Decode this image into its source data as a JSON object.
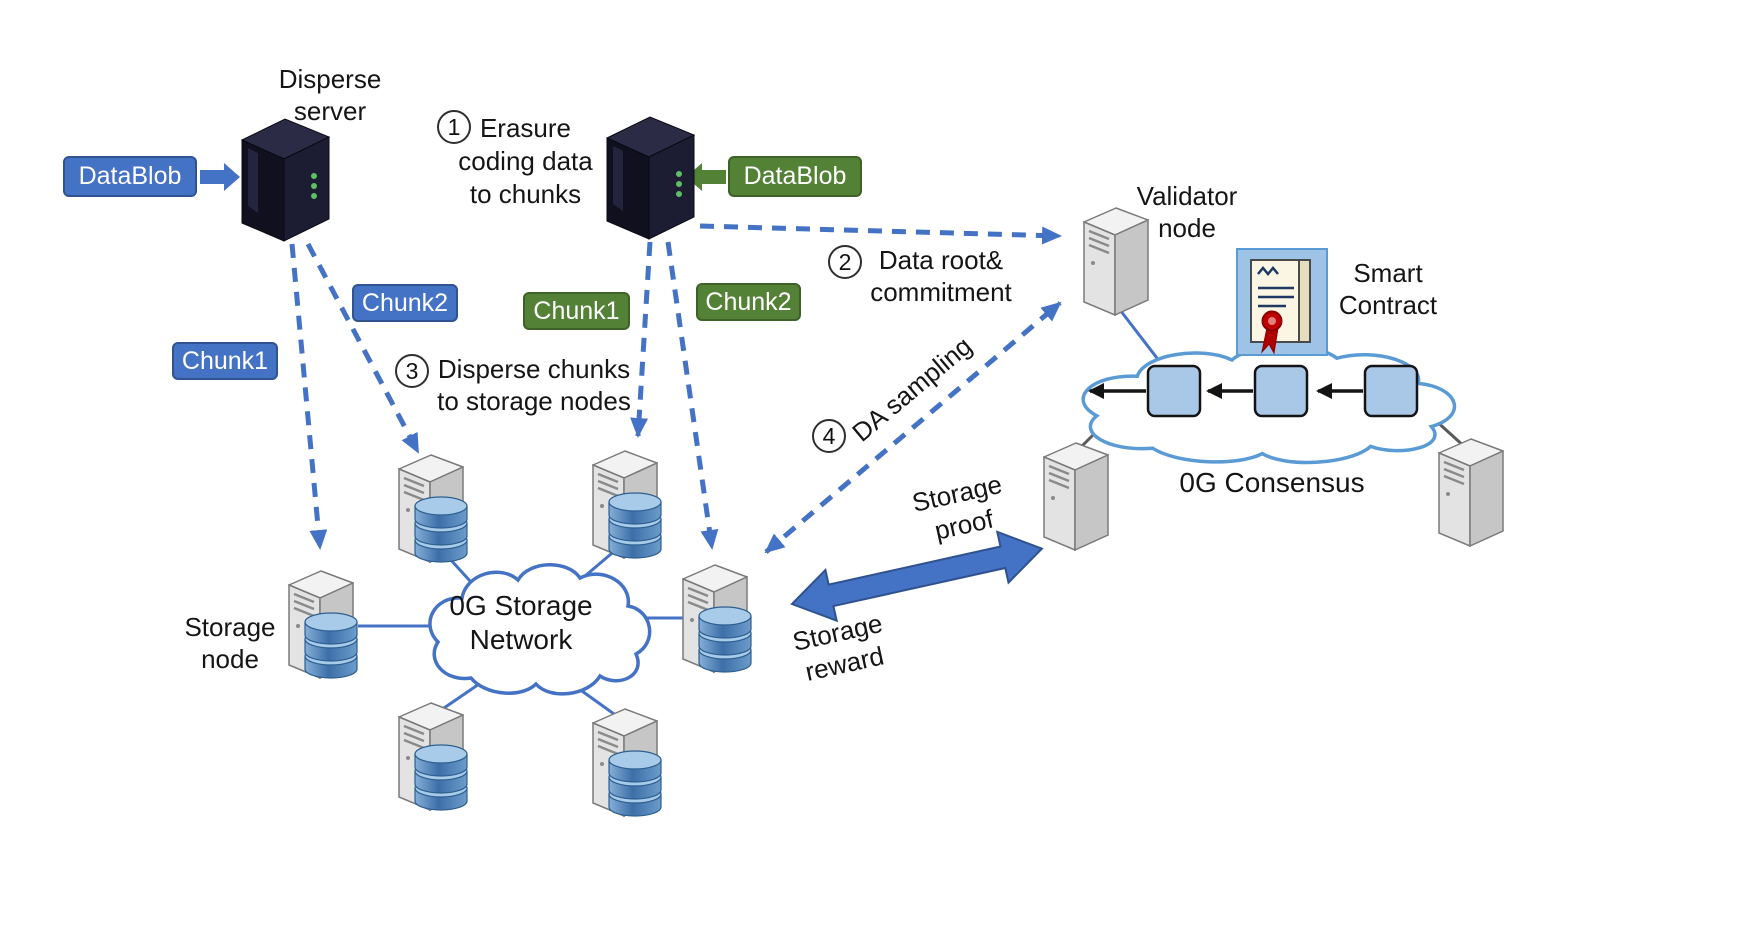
{
  "diagram": {
    "disperse_server_label": "Disperse\nserver",
    "validator_label": "Validator\nnode",
    "smart_contract_label": "Smart\nContract",
    "consensus_label": "0G Consensus",
    "storage_network_label": "0G Storage\nNetwork",
    "storage_node_label": "Storage\nnode",
    "storage_proof_label": "Storage\nproof",
    "storage_reward_label": "Storage\nreward",
    "datablob_left": "DataBlob",
    "datablob_right": "DataBlob",
    "chunk1_blue": "Chunk1",
    "chunk2_blue": "Chunk2",
    "chunk1_green": "Chunk1",
    "chunk2_green": "Chunk2"
  },
  "steps": [
    {
      "num": "1",
      "text": "Erasure\ncoding data\nto chunks"
    },
    {
      "num": "2",
      "text": "Data root&\ncommitment"
    },
    {
      "num": "3",
      "text": "Disperse chunks\nto storage nodes"
    },
    {
      "num": "4",
      "text": "DA sampling"
    }
  ],
  "colors": {
    "accent_blue": "#4472C4",
    "accent_green": "#538135",
    "dashed_arrow": "#4472C4",
    "block_fill": "#A9C7E7",
    "storage_cloud_stroke": "#4472C4",
    "consensus_cloud_stroke": "#5B9BD5",
    "seal_red": "#C00000"
  }
}
